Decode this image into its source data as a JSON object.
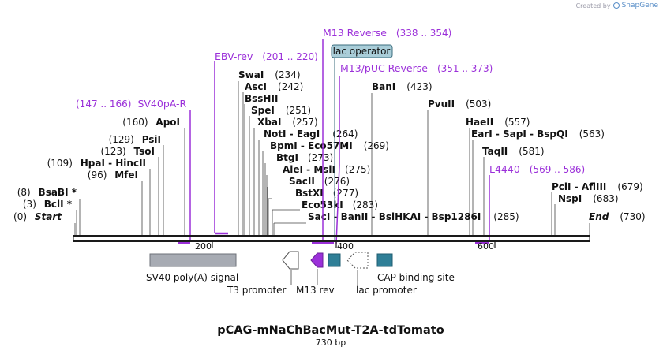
{
  "branding": {
    "created_by": "Created by",
    "product": "SnapGene"
  },
  "map": {
    "title": "pCAG-mNaChBacMut-T2A-tdTomato",
    "length_label": "730 bp",
    "ruler_ticks": [
      "200",
      "400",
      "600"
    ],
    "sites": [
      {
        "name": "Start",
        "pos": "(0)",
        "italic": true
      },
      {
        "name": "BclI *",
        "pos": "(3)"
      },
      {
        "name": "BsaBI *",
        "pos": "(8)"
      },
      {
        "name": "MfeI",
        "pos": "(96)"
      },
      {
        "name": "HpaI - HincII",
        "pos": "(109)"
      },
      {
        "name": "TsoI",
        "pos": "(123)"
      },
      {
        "name": "PsiI",
        "pos": "(129)"
      },
      {
        "name": "ApoI",
        "pos": "(160)"
      },
      {
        "name": "SwaI",
        "pos": "(234)"
      },
      {
        "name": "AscI",
        "pos": "(242)"
      },
      {
        "name": "BssHII",
        "pos": ""
      },
      {
        "name": "SpeI",
        "pos": "(251)"
      },
      {
        "name": "XbaI",
        "pos": "(257)"
      },
      {
        "name": "NotI - EagI",
        "pos": "(264)"
      },
      {
        "name": "BpmI - Eco57MI",
        "pos": "(269)"
      },
      {
        "name": "BtgI",
        "pos": "(273)"
      },
      {
        "name": "AleI - MslI",
        "pos": "(275)"
      },
      {
        "name": "SacII",
        "pos": "(276)"
      },
      {
        "name": "BstXI",
        "pos": "(277)"
      },
      {
        "name": "Eco53kI",
        "pos": "(283)"
      },
      {
        "name": "SacI - BanII - BsiHKAI - Bsp1286I",
        "pos": "(285)"
      },
      {
        "name": "BanI",
        "pos": "(423)"
      },
      {
        "name": "PvuII",
        "pos": "(503)"
      },
      {
        "name": "HaeII",
        "pos": "(557)"
      },
      {
        "name": "EarI - SapI - BspQI",
        "pos": "(563)"
      },
      {
        "name": "TaqII",
        "pos": "(581)"
      },
      {
        "name": "PciI - AflIII",
        "pos": "(679)"
      },
      {
        "name": "NspI",
        "pos": "(683)"
      },
      {
        "name": "End",
        "pos": "(730)",
        "italic": true
      }
    ],
    "primers": [
      {
        "name": "SV40pA-R",
        "range": "(147 .. 166)"
      },
      {
        "name": "EBV-rev",
        "range": "(201 .. 220)"
      },
      {
        "name": "M13 Reverse",
        "range": "(338 .. 354)"
      },
      {
        "name": "M13/pUC Reverse",
        "range": "(351 .. 373)"
      },
      {
        "name": "L4440",
        "range": "(569 .. 586)"
      }
    ],
    "operator_label": "lac operator",
    "features": [
      {
        "name": "SV40 poly(A) signal"
      },
      {
        "name": "T3 promoter"
      },
      {
        "name": "M13 rev"
      },
      {
        "name": "lac promoter"
      },
      {
        "name": "CAP binding site"
      }
    ],
    "colors": {
      "primer": "#9b30d9",
      "feature_gray": "#a7abb3",
      "feature_teal": "#2f7f97",
      "operator_fill": "#a9cdd8",
      "backbone": "#1a1a1a"
    }
  }
}
